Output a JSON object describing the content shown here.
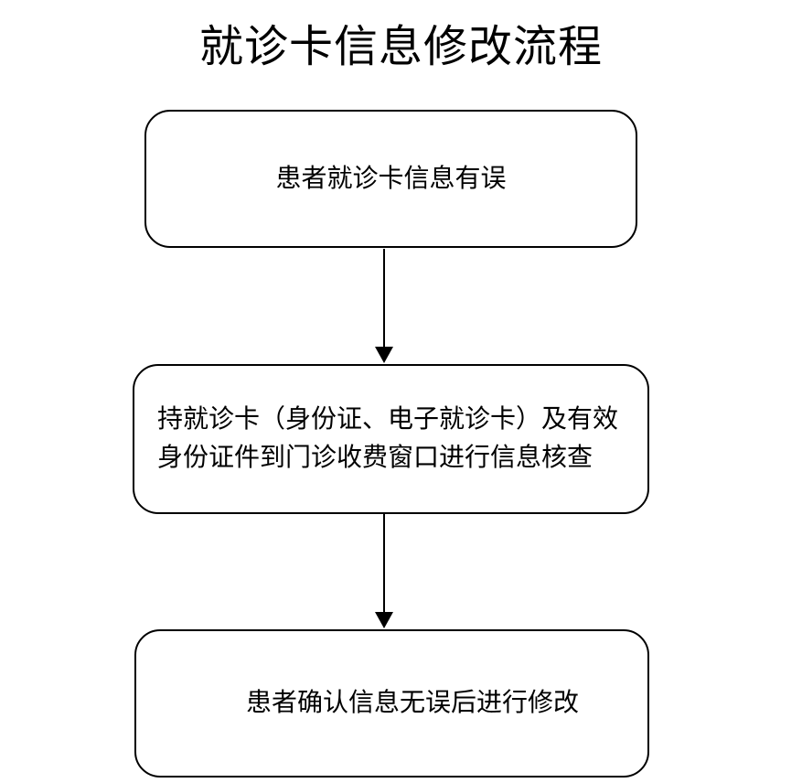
{
  "diagram": {
    "title": "就诊卡信息修改流程",
    "colors": {
      "canvas_background": "#ffffff",
      "node_stroke": "#000000",
      "node_fill": "#ffffff",
      "text": "#000000",
      "arrow": "#000000"
    },
    "nodes": [
      {
        "id": "patient-card-info-error",
        "shape": "rounded-rectangle",
        "text": "患者就诊卡信息有误"
      },
      {
        "id": "verify-info-at-fee-window",
        "shape": "rounded-rectangle",
        "lines": [
          "持就诊卡（身份证、电子就诊卡）及有效",
          "身份证件到门诊收费窗口进行信息核查"
        ]
      },
      {
        "id": "confirm-then-modify",
        "shape": "rounded-rectangle",
        "text": "患者确认信息无误后进行修改"
      }
    ],
    "connectors": [
      {
        "from": "patient-card-info-error",
        "to": "verify-info-at-fee-window",
        "type": "arrow-down"
      },
      {
        "from": "verify-info-at-fee-window",
        "to": "confirm-then-modify",
        "type": "arrow-down"
      }
    ]
  }
}
